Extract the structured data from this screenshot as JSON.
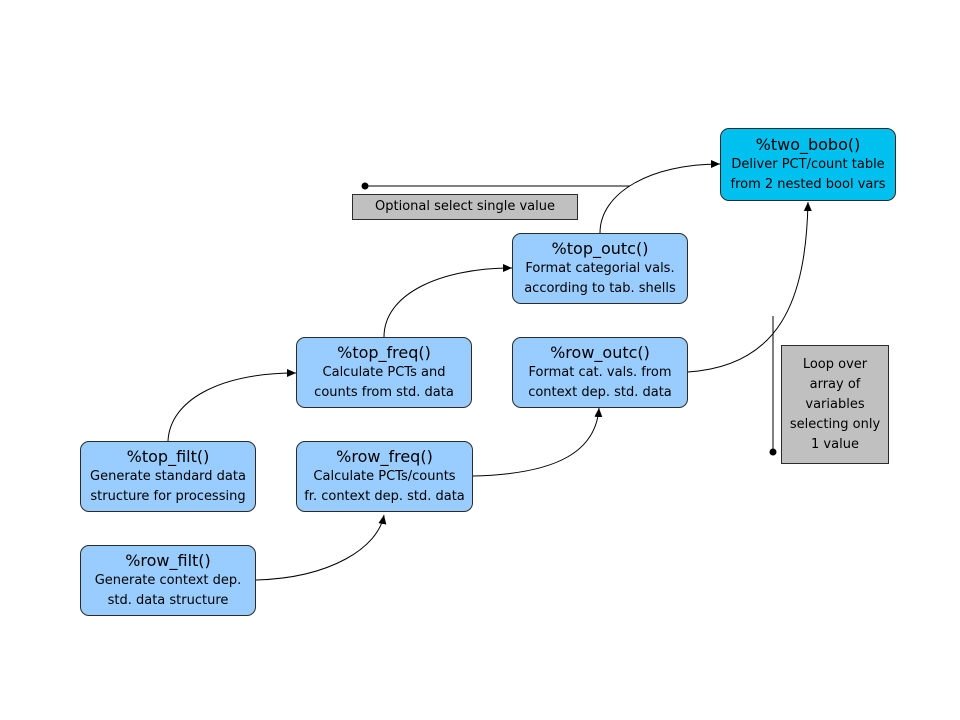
{
  "nodes": {
    "two_bobo": {
      "title": "%two_bobo()",
      "lines": [
        "Deliver PCT/count table",
        "from 2  nested bool vars"
      ]
    },
    "top_outc": {
      "title": "%top_outc()",
      "lines": [
        "Format categorial vals.",
        "according to tab. shells"
      ]
    },
    "top_freq": {
      "title": "%top_freq()",
      "lines": [
        "Calculate PCTs and",
        "counts from std. data"
      ]
    },
    "row_outc": {
      "title": "%row_outc()",
      "lines": [
        "Format cat. vals. from",
        "context dep. std. data"
      ]
    },
    "top_filt": {
      "title": "%top_filt()",
      "lines": [
        "Generate standard data",
        "structure for processing"
      ]
    },
    "row_freq": {
      "title": "%row_freq()",
      "lines": [
        "Calculate PCTs/counts",
        "fr. context dep. std. data"
      ]
    },
    "row_filt": {
      "title": "%row_filt()",
      "lines": [
        "Generate context dep.",
        "std. data structure"
      ]
    }
  },
  "notes": {
    "optional": {
      "lines": [
        "Optional select single value"
      ]
    },
    "loop": {
      "lines": [
        "Loop over",
        "array of",
        "variables",
        "selecting only",
        "1 value"
      ]
    }
  },
  "colors": {
    "node_fill": "#99ccff",
    "final_fill": "#00c0f0",
    "note_fill": "#c0c0c0",
    "stroke": "#000000"
  }
}
